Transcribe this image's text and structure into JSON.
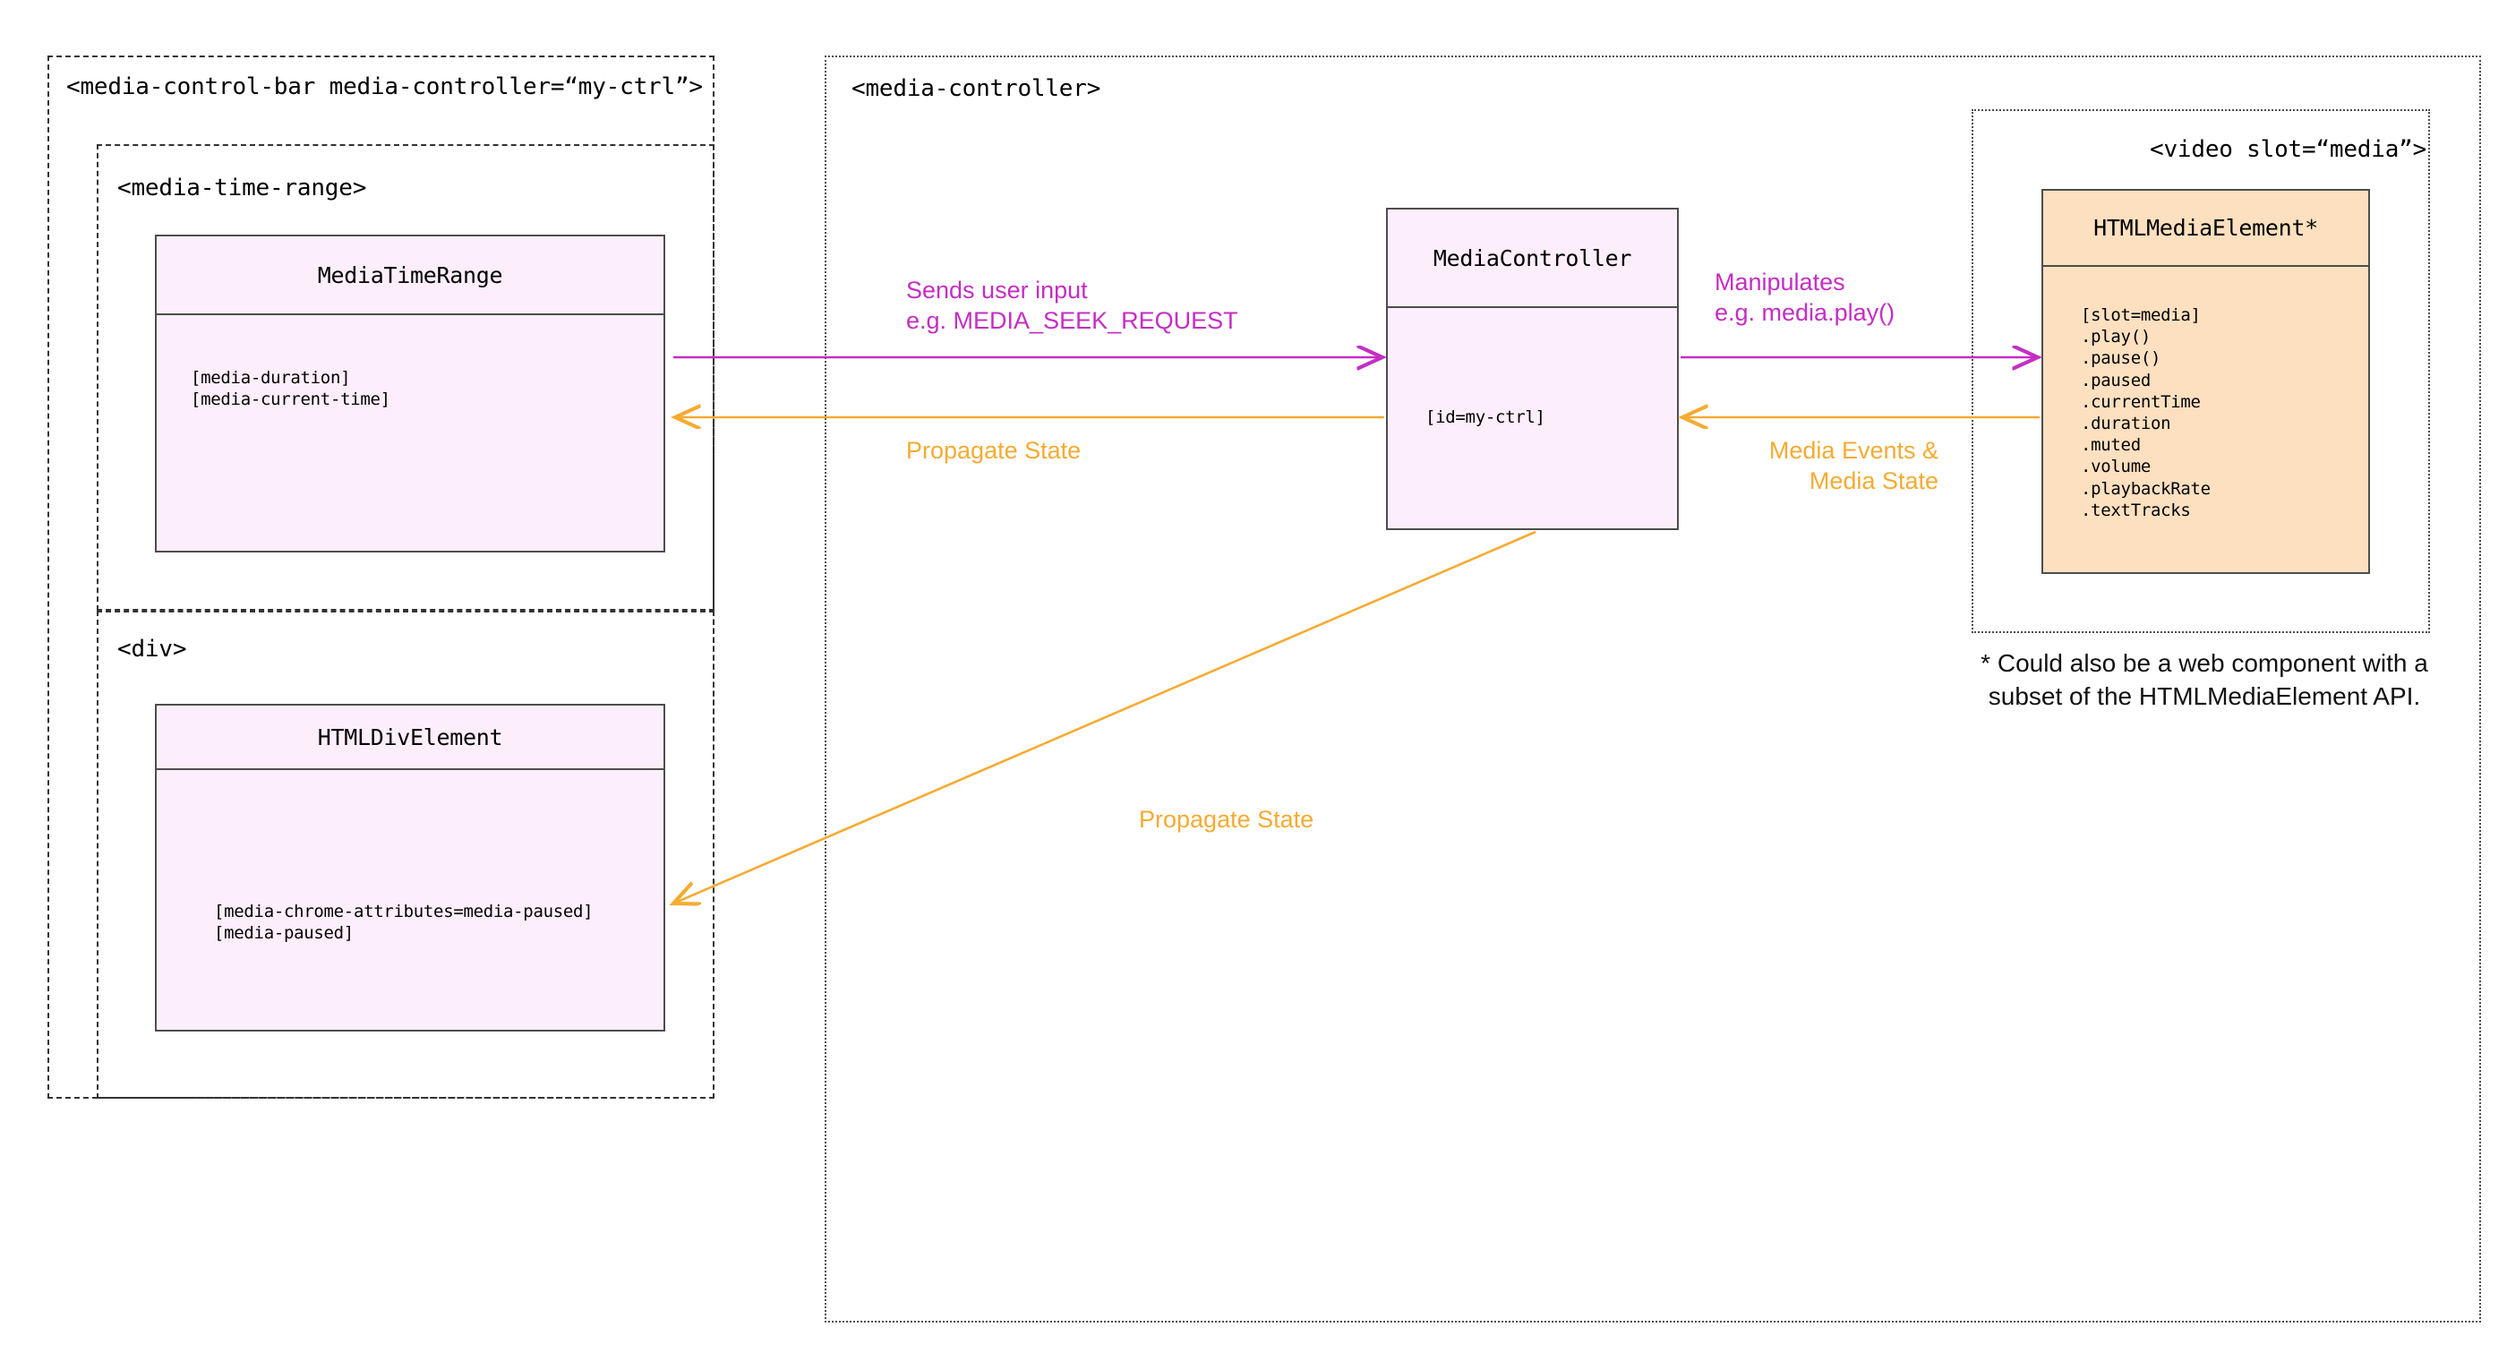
{
  "diagram": {
    "title": "Media Chrome MediaController architecture",
    "colors": {
      "purple": "#c42ec4",
      "orange": "#f5ab32",
      "pink_fill": "#fdeefb",
      "peach_fill": "#fde0c0",
      "box_stroke": "#4d4d4d",
      "dash_stroke": "#333333"
    }
  },
  "containers": {
    "control_bar": {
      "label": "<media-control-bar media-controller=“my-ctrl”>"
    },
    "media_time_range": {
      "label": "<media-time-range>"
    },
    "div": {
      "label": "<div>"
    },
    "media_controller": {
      "label": "<media-controller>"
    },
    "video": {
      "label": "<video slot=“media”>"
    }
  },
  "nodes": {
    "media_time_range_class": {
      "title": "MediaTimeRange",
      "attributes": [
        "[media-duration]",
        "[media-current-time]"
      ]
    },
    "html_div_element": {
      "title": "HTMLDivElement",
      "attributes": [
        "[media-chrome-attributes=media-paused]",
        "[media-paused]"
      ]
    },
    "media_controller_class": {
      "title": "MediaController",
      "attributes": [
        "[id=my-ctrl]"
      ]
    },
    "html_media_element": {
      "title": "HTMLMediaElement*",
      "attributes": [
        "[slot=media]",
        ".play()",
        ".pause()",
        ".paused",
        ".currentTime",
        ".duration",
        ".muted",
        ".volume",
        ".playbackRate",
        ".textTracks"
      ]
    }
  },
  "edges": {
    "user_input": {
      "label": "Sends user input\ne.g. MEDIA_SEEK_REQUEST",
      "color": "#c42ec4",
      "direction": "control-bar -> media-controller"
    },
    "propagate_state_left": {
      "label": "Propagate State",
      "color": "#f5ab32",
      "direction": "media-controller -> media-time-range"
    },
    "manipulates": {
      "label": "Manipulates\ne.g. media.play()",
      "color": "#c42ec4",
      "direction": "media-controller -> video"
    },
    "media_events": {
      "label": "Media Events &\nMedia State",
      "color": "#f5ab32",
      "direction": "video -> media-controller"
    },
    "propagate_state_div": {
      "label": "Propagate State",
      "color": "#f5ab32",
      "direction": "media-controller -> div"
    }
  },
  "footnote": {
    "text": "* Could also be a web component with a\nsubset of the HTMLMediaElement API."
  }
}
